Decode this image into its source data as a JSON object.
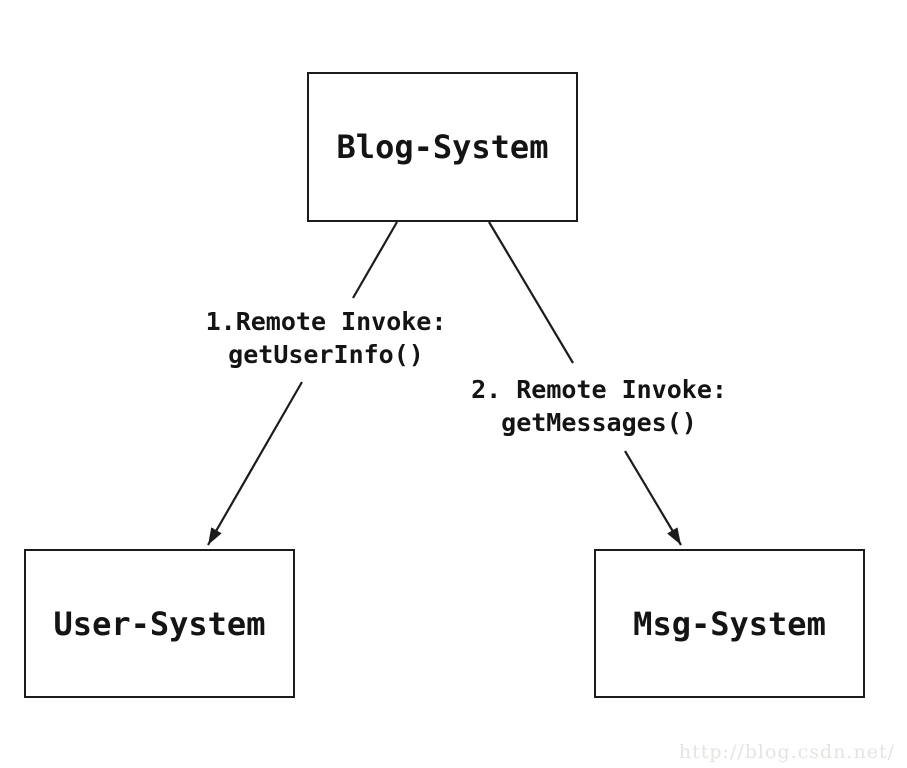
{
  "diagram": {
    "nodes": {
      "blog": {
        "label": "Blog-System"
      },
      "user": {
        "label": "User-System"
      },
      "msg": {
        "label": "Msg-System"
      }
    },
    "edges": {
      "blog_to_user": {
        "label_line1": "1.Remote Invoke:",
        "label_line2": "getUserInfo()"
      },
      "blog_to_msg": {
        "label_line1": "2. Remote Invoke:",
        "label_line2": "getMessages()"
      }
    },
    "watermark": {
      "text": "http://blog.csdn.net/"
    },
    "colors": {
      "line": "#1c1c1c",
      "node_border": "#1c1c1c",
      "text": "#141414",
      "watermark": "#e5e4e0",
      "background": "#ffffff"
    }
  }
}
